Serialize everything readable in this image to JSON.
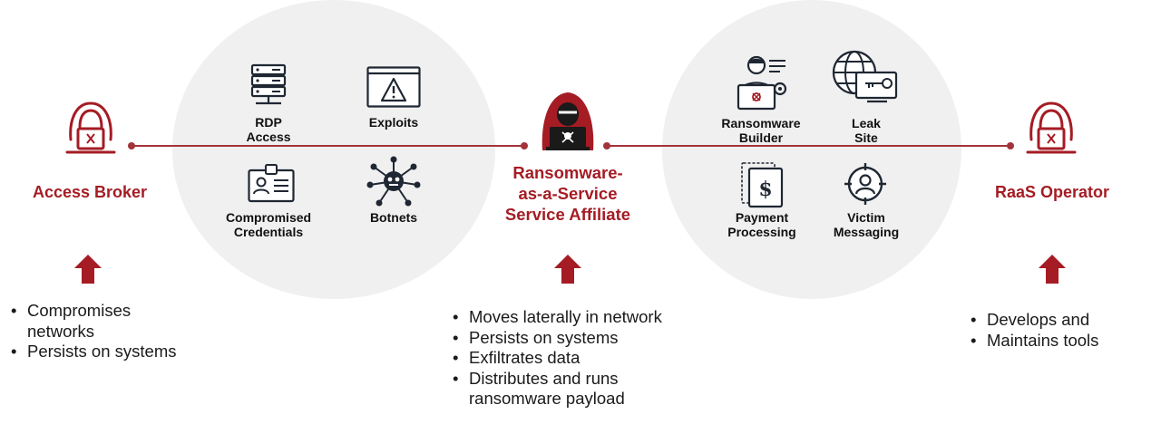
{
  "colors": {
    "accent": "#a51c24",
    "line": "#a3343a",
    "circle_bg": "#f0f0f0",
    "icon_dark": "#1f2733"
  },
  "actors": {
    "access_broker": {
      "title": "Access Broker",
      "icon": "hacker-icon"
    },
    "affiliate": {
      "title_lines": [
        "Ransomware-",
        "as-a-Service",
        "Service Affiliate"
      ],
      "icon": "hooded-hacker-laptop-icon"
    },
    "operator": {
      "title": "RaaS Operator",
      "icon": "hacker-icon"
    }
  },
  "left_tools": [
    {
      "lines": [
        "RDP",
        "Access"
      ],
      "icon": "server-rack-icon"
    },
    {
      "lines": [
        "Exploits",
        ""
      ],
      "icon": "warning-window-icon"
    },
    {
      "lines": [
        "Compromised",
        "Credentials"
      ],
      "icon": "id-card-icon"
    },
    {
      "lines": [
        "Botnets",
        ""
      ],
      "icon": "bot-network-icon"
    }
  ],
  "right_tools": [
    {
      "lines": [
        "Ransomware",
        "Builder"
      ],
      "icon": "developer-icon"
    },
    {
      "lines": [
        "Leak",
        "Site"
      ],
      "icon": "globe-key-icon"
    },
    {
      "lines": [
        "Payment",
        "Processing"
      ],
      "icon": "invoice-dollar-icon"
    },
    {
      "lines": [
        "Victim",
        "Messaging"
      ],
      "icon": "target-person-icon"
    }
  ],
  "bullets": {
    "access_broker": [
      "Compromises networks",
      "Persists on systems"
    ],
    "affiliate": [
      "Moves laterally in network",
      "Persists on systems",
      "Exfiltrates data",
      "Distributes and runs ransomware payload"
    ],
    "operator": [
      "Develops and",
      "Maintains tools"
    ]
  }
}
